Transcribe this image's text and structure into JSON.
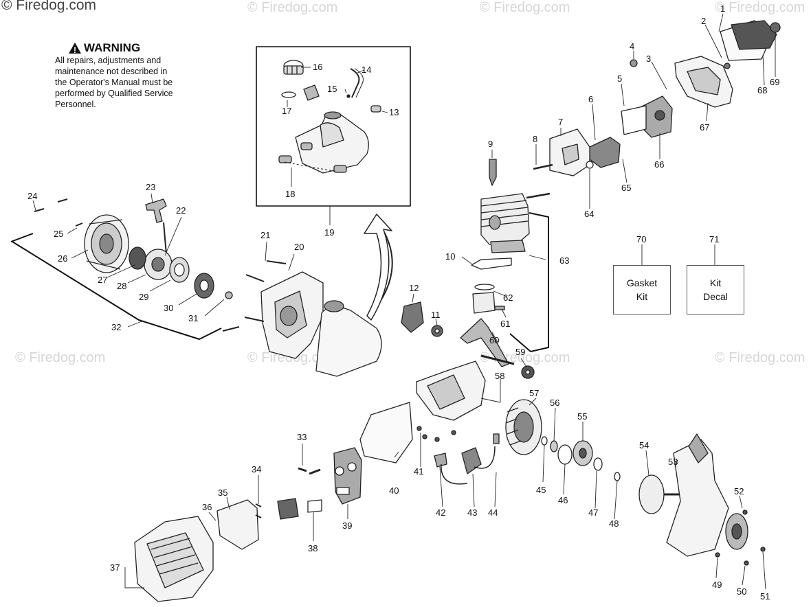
{
  "watermarks": {
    "main": "© Firedog.com",
    "faint": "© Firedog.com"
  },
  "warning": {
    "heading": "WARNING",
    "lines": [
      "All repairs, adjustments and",
      "maintenance not described in",
      "the Operator's Manual must be",
      "performed by Qualified Service",
      "Personnel."
    ]
  },
  "kit_boxes": {
    "gasket_kit": {
      "number": "70",
      "line1": "Gasket",
      "line2": "Kit"
    },
    "kit_decal": {
      "number": "71",
      "line1": "Kit",
      "line2": "Decal"
    }
  },
  "part_numbers": [
    "1",
    "2",
    "3",
    "4",
    "5",
    "6",
    "7",
    "8",
    "9",
    "10",
    "11",
    "12",
    "13",
    "14",
    "15",
    "16",
    "17",
    "18",
    "19",
    "20",
    "21",
    "22",
    "23",
    "24",
    "25",
    "26",
    "27",
    "28",
    "29",
    "30",
    "31",
    "32",
    "33",
    "34",
    "35",
    "36",
    "37",
    "38",
    "39",
    "40",
    "41",
    "42",
    "43",
    "44",
    "45",
    "46",
    "47",
    "48",
    "49",
    "50",
    "51",
    "52",
    "53",
    "54",
    "55",
    "56",
    "57",
    "58",
    "59",
    "60",
    "61",
    "62",
    "63",
    "64",
    "65",
    "66",
    "67",
    "68",
    "69"
  ]
}
